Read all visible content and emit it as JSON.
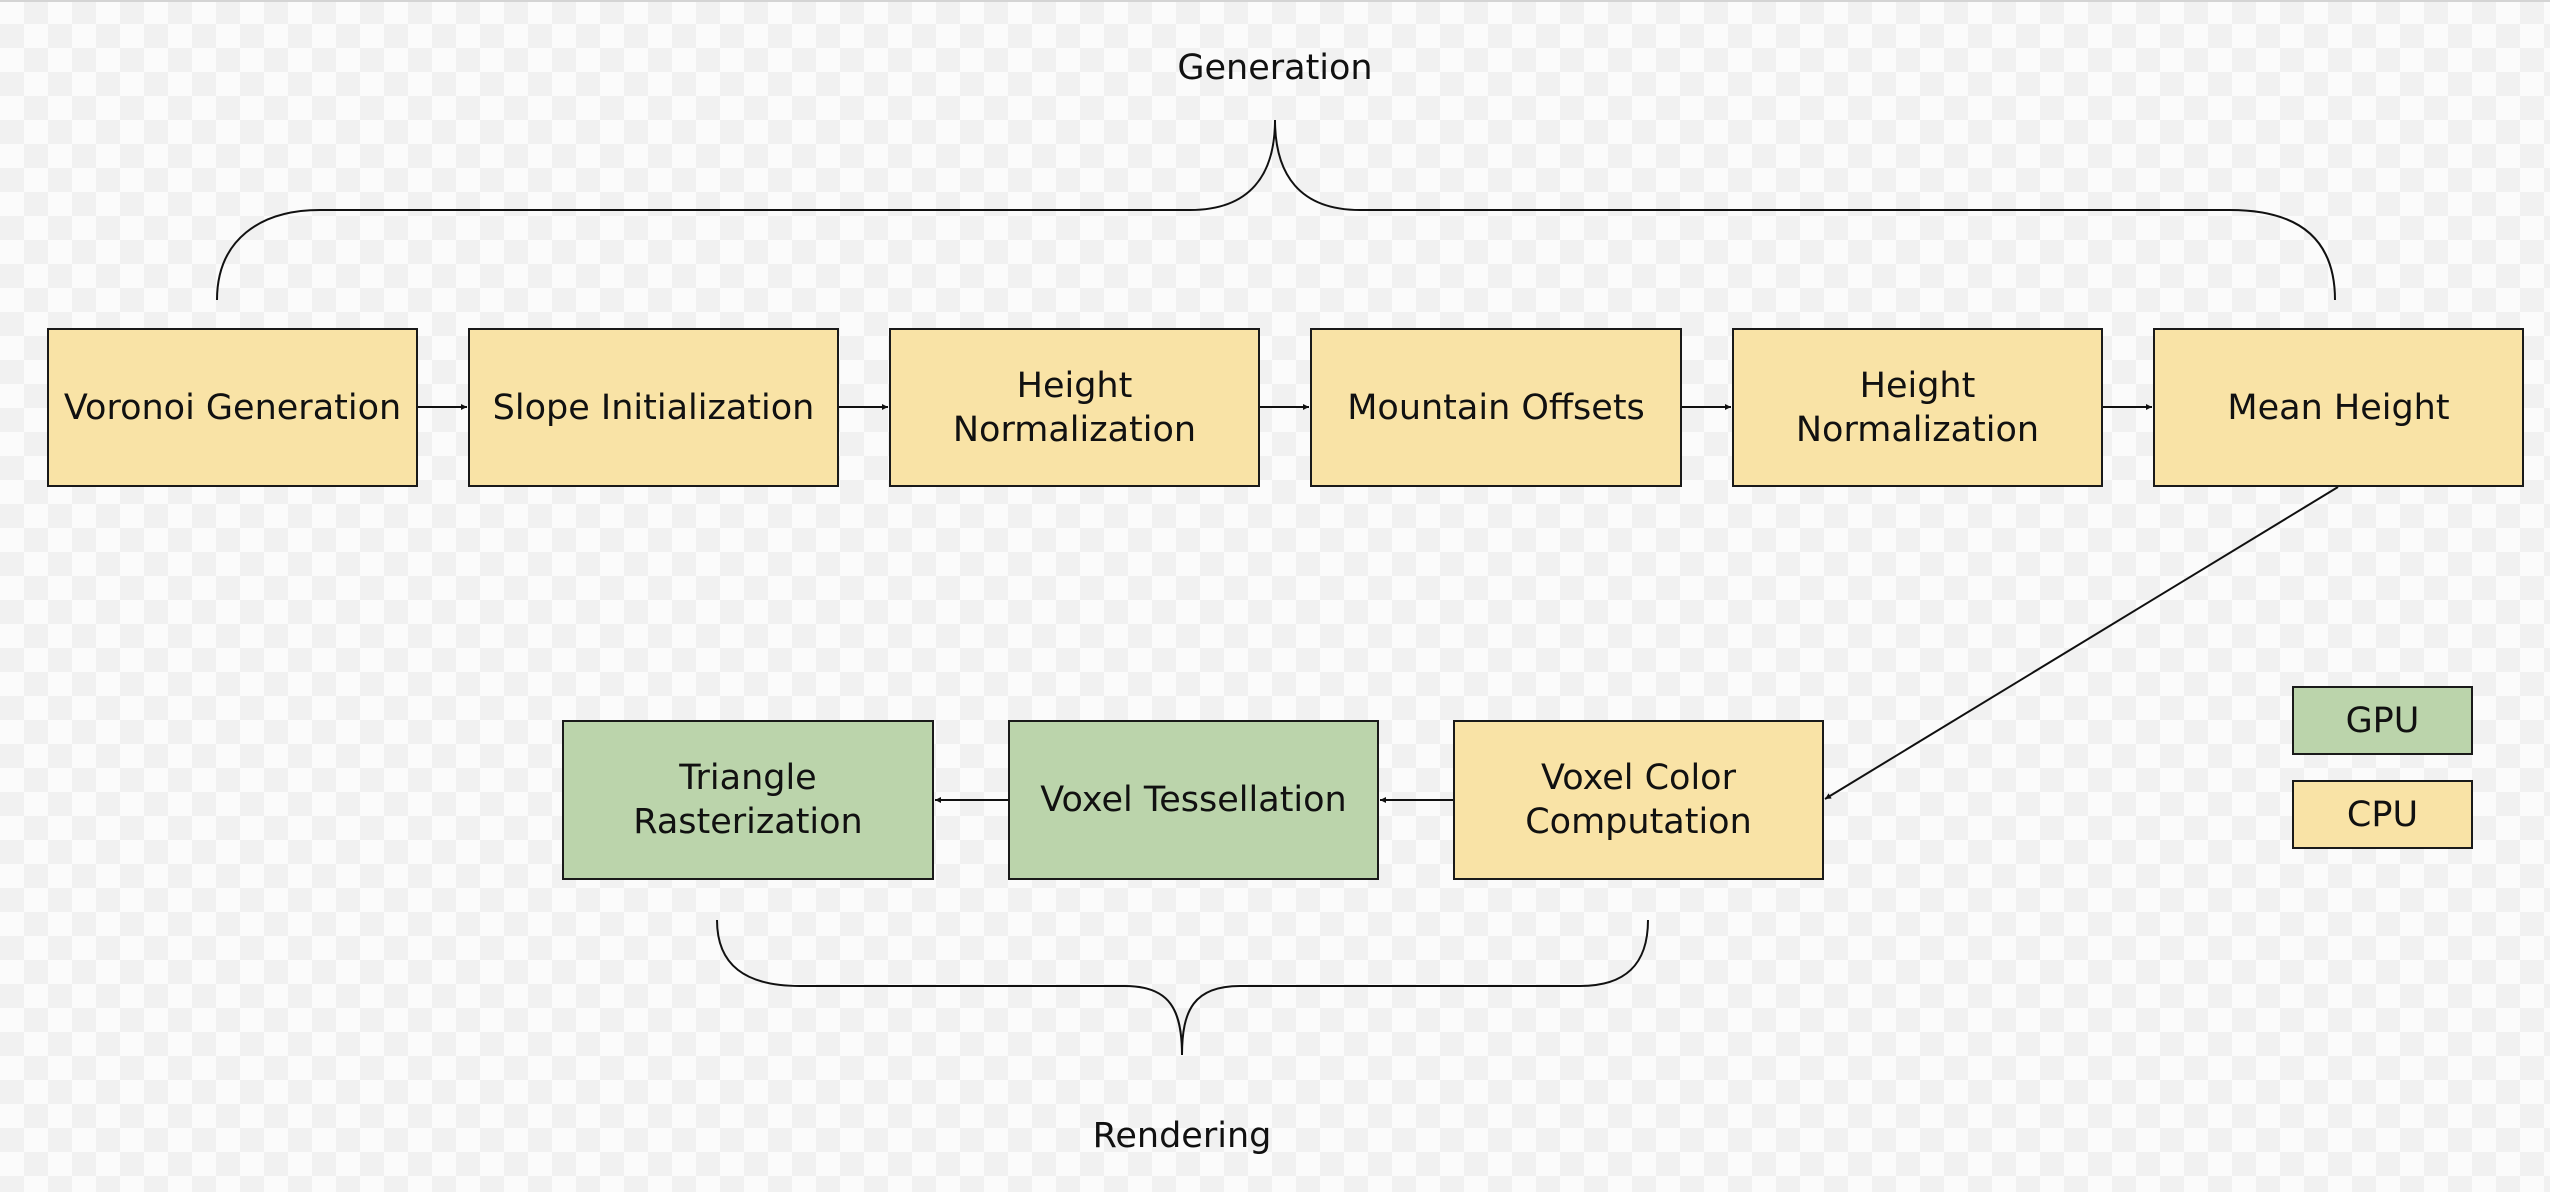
{
  "groups": {
    "generation": "Generation",
    "rendering": "Rendering"
  },
  "nodes": {
    "voronoi": "Voronoi Generation",
    "slope": "Slope Initialization",
    "height_norm_1": "Height\nNormalization",
    "mountain": "Mountain Offsets",
    "height_norm_2": "Height\nNormalization",
    "mean_height": "Mean Height",
    "voxel_color": "Voxel Color\nComputation",
    "voxel_tess": "Voxel Tessellation",
    "triangle": "Triangle\nRasterization"
  },
  "legend": {
    "gpu": "GPU",
    "cpu": "CPU"
  },
  "colors": {
    "cpu": "#f9e3a6",
    "gpu": "#bbd4ab",
    "stroke": "#1a1a1a"
  }
}
